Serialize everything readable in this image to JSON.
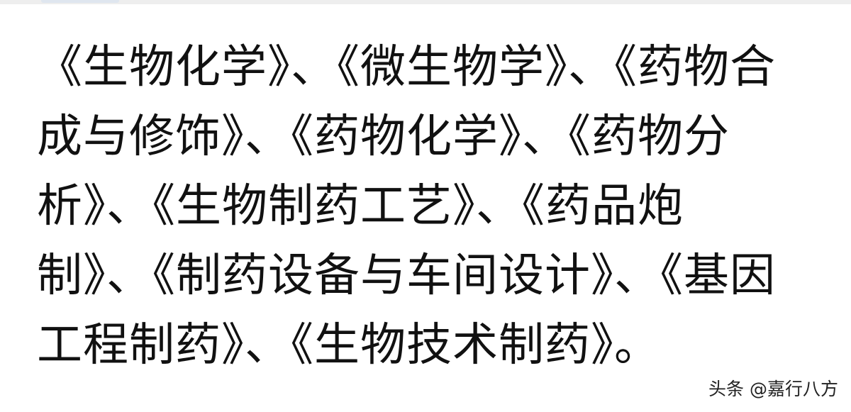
{
  "paragraph": {
    "lines": [
      "《生物化学》、《微生物学》、《药物合",
      "成与修饰》、《药物化学》、《药物分",
      "析》、《生物制药工艺》、《药品炮",
      "制》、《制药设备与车间设计》、《基因",
      "工程制药》、《生物技术制药》。"
    ]
  },
  "watermark": {
    "text": "头条 @嘉行八方"
  }
}
